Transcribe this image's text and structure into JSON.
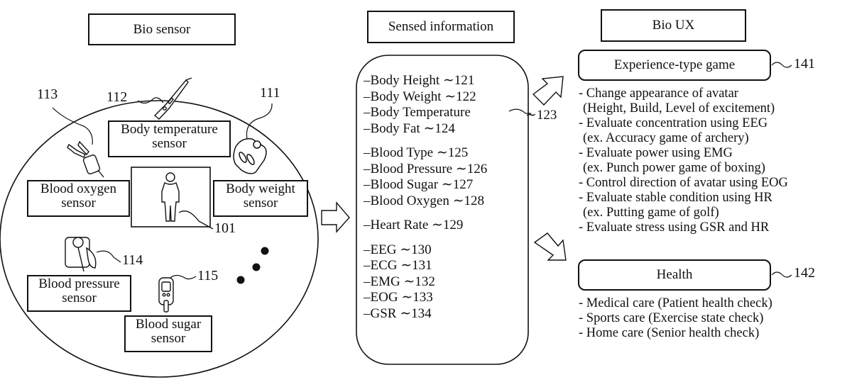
{
  "bio_sensor": {
    "title": "Bio sensor",
    "sensors": [
      {
        "label": "Body temperature sensor",
        "line1": "Body temperature",
        "line2": "sensor",
        "ref": "112",
        "icon": "thermometer-icon"
      },
      {
        "label": "Body weight sensor",
        "line1": "Body weight",
        "line2": "sensor",
        "ref": "111",
        "icon": "scale-icon"
      },
      {
        "label": "Blood oxygen sensor",
        "line1": "Blood oxygen",
        "line2": "sensor",
        "ref": "113",
        "icon": "pulse-oximeter-icon"
      },
      {
        "label": "Blood pressure sensor",
        "line1": "Blood pressure",
        "line2": "sensor",
        "ref": "114",
        "icon": "blood-pressure-cuff-icon"
      },
      {
        "label": "Blood sugar sensor",
        "line1": "Blood sugar",
        "line2": "sensor",
        "ref": "115",
        "icon": "glucose-meter-icon"
      }
    ],
    "user_ref": "101",
    "user_icon": "person-icon",
    "more_indicator": "ellipsis-dots"
  },
  "sensed_information": {
    "title": "Sensed information",
    "groups": [
      [
        {
          "label": "Body Height",
          "ref": "121"
        },
        {
          "label": "Body Weight",
          "ref": "122"
        },
        {
          "label": "Body Temperature",
          "ref": "123"
        },
        {
          "label": "Body Fat",
          "ref": "124"
        }
      ],
      [
        {
          "label": "Blood Type",
          "ref": "125"
        },
        {
          "label": "Blood Pressure",
          "ref": "126"
        },
        {
          "label": "Blood Sugar",
          "ref": "127"
        },
        {
          "label": "Blood Oxygen",
          "ref": "128"
        }
      ],
      [
        {
          "label": "Heart Rate",
          "ref": "129"
        }
      ],
      [
        {
          "label": "EEG",
          "ref": "130"
        },
        {
          "label": "ECG",
          "ref": "131"
        },
        {
          "label": "EMG",
          "ref": "132"
        },
        {
          "label": "EOG",
          "ref": "133"
        },
        {
          "label": "GSR",
          "ref": "134"
        }
      ]
    ],
    "bullet": "–",
    "tilde": "∼"
  },
  "bio_ux": {
    "title": "Bio UX",
    "experience_game": {
      "label": "Experience-type game",
      "ref": "141",
      "items": [
        "- Change appearance of avatar",
        "  (Height, Build, Level of excitement)",
        "- Evaluate concentration using EEG",
        "  (ex. Accuracy game of archery)",
        "- Evaluate power using EMG",
        "  (ex. Punch power game of boxing)",
        "- Control direction of avatar using EOG",
        "- Evaluate stable condition using HR",
        "  (ex. Putting game of golf)",
        "- Evaluate stress using GSR and HR"
      ]
    },
    "health": {
      "label": "Health",
      "ref": "142",
      "items": [
        "- Medical care (Patient health check)",
        "- Sports care (Exercise state check)",
        "- Home care (Senior health check)"
      ]
    }
  }
}
